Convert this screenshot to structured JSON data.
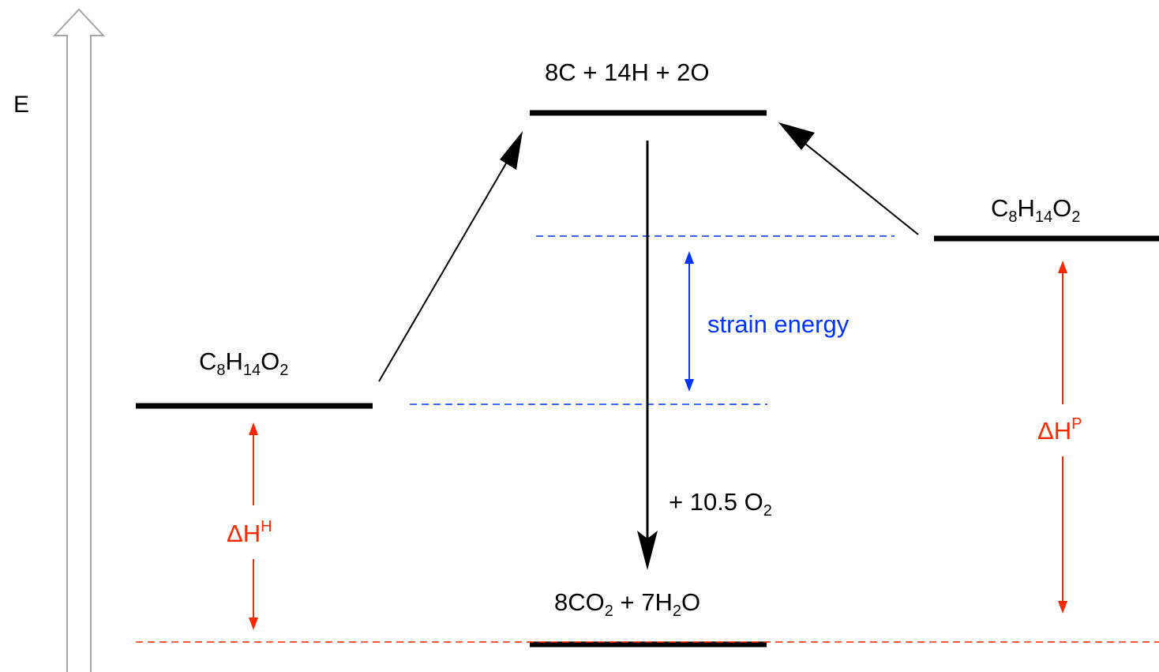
{
  "axis": {
    "label": "E"
  },
  "levels": {
    "atoms": {
      "label": {
        "parts": [
          {
            "t": "8C + 14H + 2O"
          }
        ]
      }
    },
    "left_isomer": {
      "label": {
        "parts": [
          {
            "t": "C"
          },
          {
            "sub": "8"
          },
          {
            "t": "H"
          },
          {
            "sub": "14"
          },
          {
            "t": "O"
          },
          {
            "sub": "2"
          }
        ]
      }
    },
    "right_isomer": {
      "label": {
        "parts": [
          {
            "t": "C"
          },
          {
            "sub": "8"
          },
          {
            "t": "H"
          },
          {
            "sub": "14"
          },
          {
            "t": "O"
          },
          {
            "sub": "2"
          }
        ]
      }
    },
    "products": {
      "label": {
        "parts": [
          {
            "t": "8CO"
          },
          {
            "sub": "2"
          },
          {
            "t": " + 7H"
          },
          {
            "sub": "2"
          },
          {
            "t": "O"
          }
        ]
      }
    }
  },
  "reagent": {
    "parts": [
      {
        "t": "+ 10.5 O"
      },
      {
        "sub": "2"
      }
    ]
  },
  "strain": {
    "label": "strain energy"
  },
  "enthalpy_left": {
    "parts": [
      {
        "t": "ΔH"
      },
      {
        "sup": "H"
      }
    ]
  },
  "enthalpy_right": {
    "parts": [
      {
        "t": "ΔH"
      },
      {
        "sup": "P"
      }
    ]
  },
  "colors": {
    "level": "#000000",
    "strain": "#0433ff",
    "enthalpy": "#ff2600",
    "axis": "#a6a6a6"
  }
}
